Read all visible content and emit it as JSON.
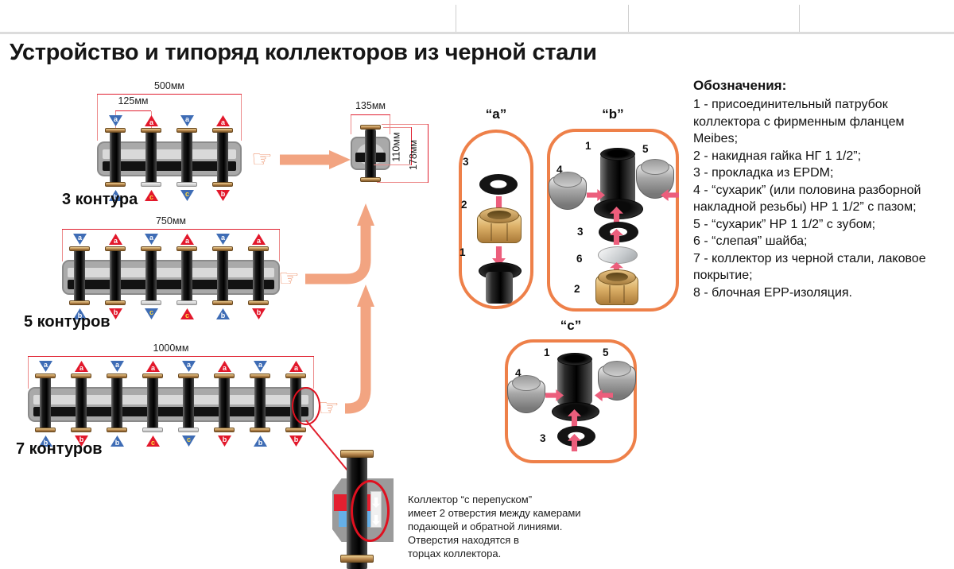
{
  "title": "Устройство и типоряд коллекторов из черной стали",
  "icons": {
    "hand": "☞"
  },
  "collectors": [
    {
      "id": "3",
      "label": "3 контура",
      "total_dim": "500мм",
      "pitch_dim": "125мм",
      "top_markers": [
        {
          "letter": "a",
          "color": "blue",
          "dir": "down"
        },
        {
          "letter": "a",
          "color": "red",
          "dir": "up"
        },
        {
          "letter": "a",
          "color": "blue",
          "dir": "down"
        },
        {
          "letter": "a",
          "color": "red",
          "dir": "up"
        }
      ],
      "bottom_markers": [
        {
          "letter": "b",
          "color": "blue",
          "dir": "up"
        },
        {
          "letter": "c",
          "color": "red",
          "dir": "up",
          "yellow": true
        },
        {
          "letter": "c",
          "color": "blue",
          "dir": "down",
          "yellow": true
        },
        {
          "letter": "b",
          "color": "red",
          "dir": "down"
        }
      ],
      "silver_flanges": [
        1,
        2
      ]
    },
    {
      "id": "5",
      "label": "5 контуров",
      "total_dim": "750мм",
      "top_markers": [
        {
          "letter": "a",
          "color": "blue",
          "dir": "down"
        },
        {
          "letter": "a",
          "color": "red",
          "dir": "up"
        },
        {
          "letter": "a",
          "color": "blue",
          "dir": "down"
        },
        {
          "letter": "a",
          "color": "red",
          "dir": "up"
        },
        {
          "letter": "a",
          "color": "blue",
          "dir": "down"
        },
        {
          "letter": "a",
          "color": "red",
          "dir": "up"
        }
      ],
      "bottom_markers": [
        {
          "letter": "b",
          "color": "blue",
          "dir": "up"
        },
        {
          "letter": "b",
          "color": "red",
          "dir": "down"
        },
        {
          "letter": "c",
          "color": "blue",
          "dir": "down",
          "yellow": true
        },
        {
          "letter": "c",
          "color": "red",
          "dir": "up",
          "yellow": true
        },
        {
          "letter": "b",
          "color": "blue",
          "dir": "up"
        },
        {
          "letter": "b",
          "color": "red",
          "dir": "down"
        }
      ],
      "silver_flanges": [
        2,
        3
      ]
    },
    {
      "id": "7",
      "label": "7 контуров",
      "total_dim": "1000мм",
      "top_markers": [
        {
          "letter": "a",
          "color": "blue",
          "dir": "down"
        },
        {
          "letter": "a",
          "color": "red",
          "dir": "up"
        },
        {
          "letter": "a",
          "color": "blue",
          "dir": "down"
        },
        {
          "letter": "a",
          "color": "red",
          "dir": "up"
        },
        {
          "letter": "a",
          "color": "blue",
          "dir": "down"
        },
        {
          "letter": "a",
          "color": "red",
          "dir": "up"
        },
        {
          "letter": "a",
          "color": "blue",
          "dir": "down"
        },
        {
          "letter": "a",
          "color": "red",
          "dir": "up"
        }
      ],
      "bottom_markers": [
        {
          "letter": "b",
          "color": "blue",
          "dir": "up"
        },
        {
          "letter": "b",
          "color": "red",
          "dir": "down"
        },
        {
          "letter": "b",
          "color": "blue",
          "dir": "up"
        },
        {
          "letter": "c",
          "color": "red",
          "dir": "up",
          "yellow": true
        },
        {
          "letter": "c",
          "color": "blue",
          "dir": "down",
          "yellow": true
        },
        {
          "letter": "b",
          "color": "red",
          "dir": "down"
        },
        {
          "letter": "b",
          "color": "blue",
          "dir": "up"
        },
        {
          "letter": "b",
          "color": "red",
          "dir": "down"
        }
      ],
      "silver_flanges": [
        3,
        4
      ]
    }
  ],
  "side_view": {
    "width_dim": "135мм",
    "inner_dim": "110мм",
    "height_dim": "178мм"
  },
  "details": [
    {
      "label": "“a”",
      "callouts": {
        "c1": "1",
        "c2": "2",
        "c3": "3"
      }
    },
    {
      "label": "“b”",
      "callouts": {
        "c1": "1",
        "c2": "2",
        "c3": "3",
        "c4": "4",
        "c5": "5",
        "c6": "6"
      }
    },
    {
      "label": "“c”",
      "callouts": {
        "c1": "1",
        "c3": "3",
        "c4": "4",
        "c5": "5"
      }
    }
  ],
  "legend": {
    "heading": "Обозначения:",
    "items": [
      "1 - присоединительный патрубок коллектора с фирменным фланцем Meibes;",
      "2 - накидная гайка НГ 1 1/2”;",
      "3 - прокладка из EPDM;",
      "4 - “сухарик” (или половина разборной накладной резьбы) НР 1 1/2” с пазом;",
      "5 - “сухарик” НР 1 1/2” с зубом;",
      "6 - “слепая” шайба;",
      "7 - коллектор из черной стали, лаковое покрытие;",
      "8 -  блочная EPP-изоляция."
    ]
  },
  "bypass_note": "Коллектор “с перепуском”\nимеет 2 отверстия между камерами\nподающей и обратной линиями.\nОтверстия находятся в\nторцах коллектора.",
  "colors": {
    "salmon_arrow": "#f2a481",
    "capsule_border": "#ee8049",
    "dimension_red": "#e02030",
    "marker_blue": "#3e6cb5",
    "marker_red": "#e2182b",
    "pink_arrow": "#ec5e7c",
    "supply_red": "#e32030",
    "return_blue": "#66b0e8",
    "brass": "#c9995c"
  }
}
